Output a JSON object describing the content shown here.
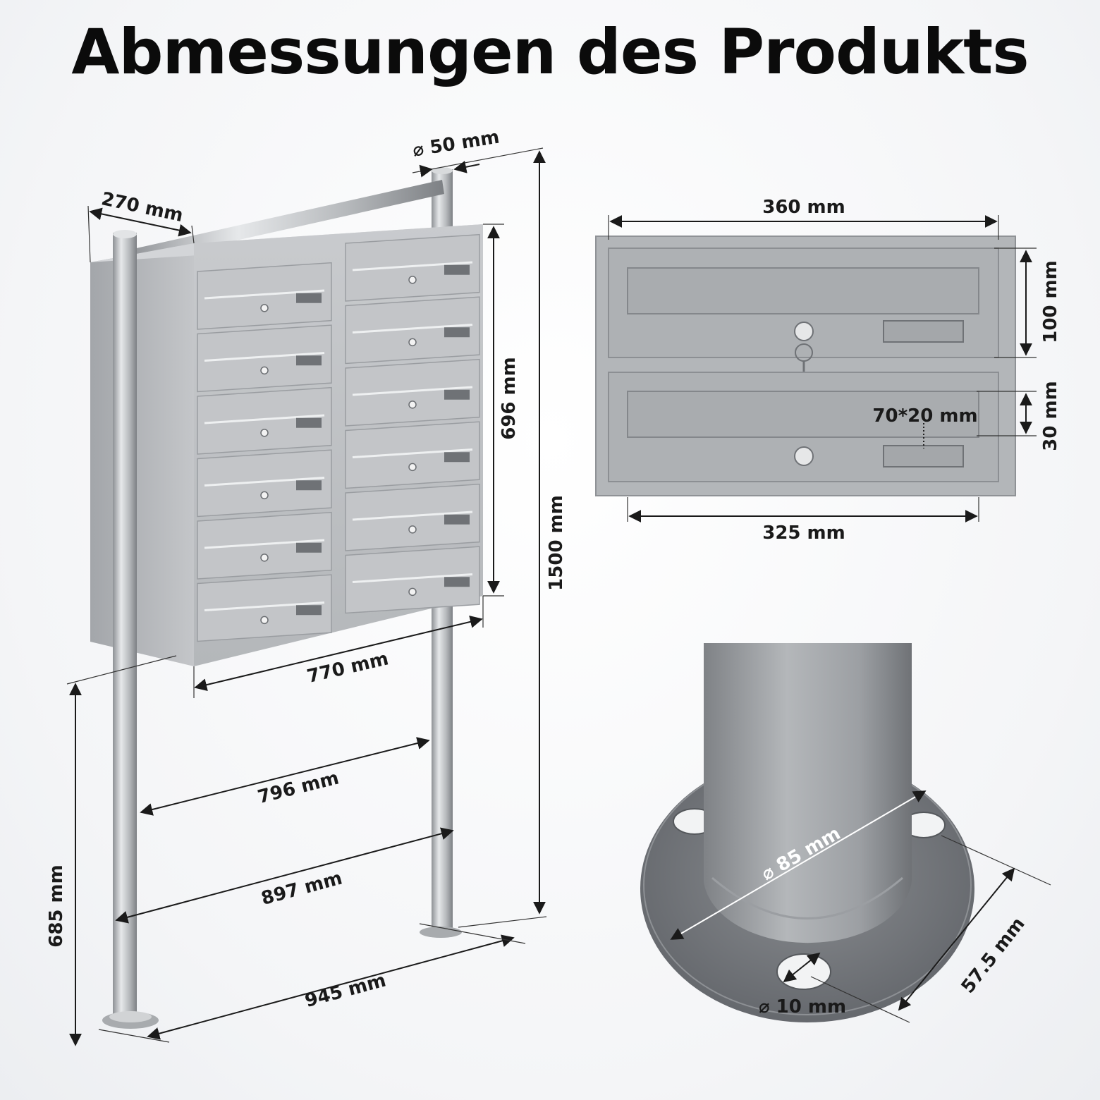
{
  "title": "Abmessungen des Produkts",
  "dimensions": {
    "post_diameter": "⌀ 50 mm",
    "depth": "270 mm",
    "box_height": "696 mm",
    "total_height": "1500 mm",
    "box_width": "770 mm",
    "inner_post_distance": "796 mm",
    "post_distance": "897 mm",
    "foot_distance": "945 mm",
    "ground_clearance": "685 mm",
    "unit_width": "360 mm",
    "slot_width": "325 mm",
    "unit_height": "100 mm",
    "slot_height": "30 mm",
    "nameplate": "70*20 mm",
    "base_diameter": "⌀ 85 mm",
    "hole_diameter": "⌀ 10 mm",
    "base_radius": "57.5 mm"
  },
  "colors": {
    "steel": "#b9bcbf",
    "steel_dark": "#8f9296",
    "base_plate": "#7b7e82",
    "text": "#111111"
  }
}
